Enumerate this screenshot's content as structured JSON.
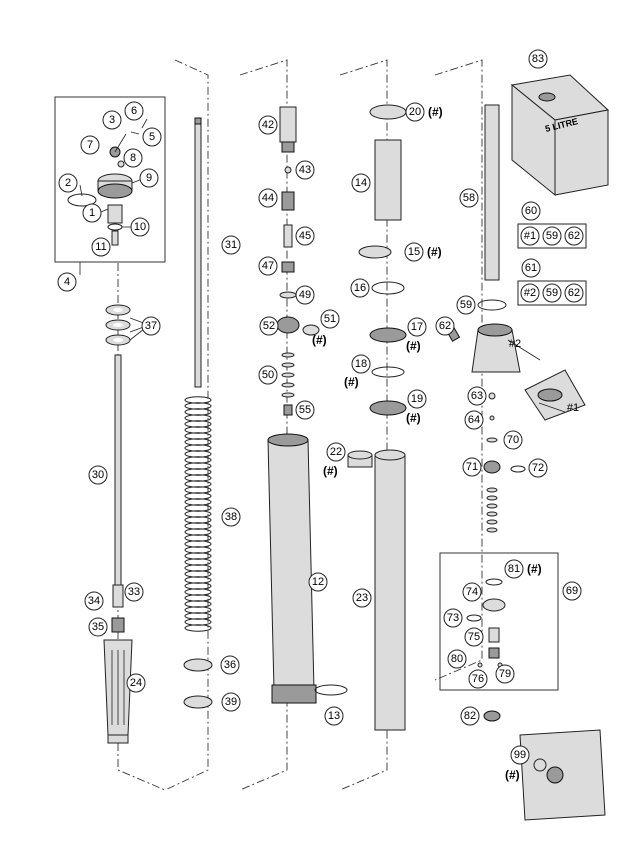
{
  "diagram": {
    "hash_mark": "(#)",
    "can_label": "5 LITRE",
    "kit_refs": [
      "#1",
      "#2"
    ],
    "part_numbers": [
      "1",
      "2",
      "3",
      "4",
      "5",
      "6",
      "7",
      "8",
      "9",
      "10",
      "11",
      "12",
      "13",
      "14",
      "15",
      "16",
      "17",
      "18",
      "19",
      "20",
      "22",
      "23",
      "24",
      "30",
      "31",
      "33",
      "34",
      "35",
      "36",
      "37",
      "38",
      "39",
      "42",
      "43",
      "44",
      "45",
      "47",
      "49",
      "50",
      "51",
      "52",
      "55",
      "58",
      "59",
      "60",
      "61",
      "62",
      "63",
      "64",
      "69",
      "70",
      "71",
      "72",
      "73",
      "74",
      "75",
      "76",
      "79",
      "80",
      "81",
      "82",
      "83",
      "99"
    ],
    "kit_groups": [
      {
        "id": "60",
        "contents": [
          "#1",
          "59",
          "62"
        ]
      },
      {
        "id": "61",
        "contents": [
          "#2",
          "59",
          "62"
        ]
      }
    ]
  }
}
